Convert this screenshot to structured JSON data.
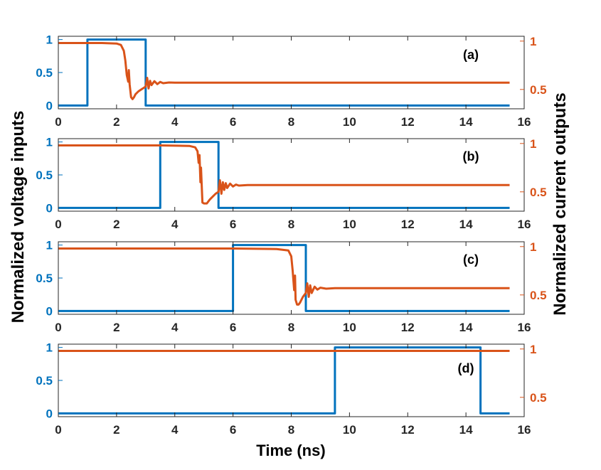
{
  "figure": {
    "ylabel_left": "Normalized voltage inputs",
    "ylabel_right": "Normalized current outputs",
    "xlabel": "Time (ns)",
    "left_color": "#0072BD",
    "right_color": "#D95319",
    "axis_color": "#262626"
  },
  "chart_data": [
    {
      "type": "line",
      "panel_label": "(a)",
      "xlim": [
        0,
        16
      ],
      "x_ticks": [
        "0",
        "2",
        "4",
        "6",
        "8",
        "10",
        "12",
        "14",
        "16"
      ],
      "y_left_lim": [
        -0.05,
        1.05
      ],
      "y_left_ticks": [
        "0",
        "0.5",
        "1"
      ],
      "y_right_lim": [
        0.3,
        1.05
      ],
      "y_right_ticks": [
        "0.5",
        "1"
      ],
      "series": [
        {
          "axis": "left",
          "x": [
            0,
            1,
            1,
            3,
            3,
            15.5
          ],
          "y": [
            0,
            0,
            1,
            1,
            0,
            0
          ]
        },
        {
          "axis": "right",
          "x": [
            0,
            1.0,
            1.5,
            2.0,
            2.15,
            2.25,
            2.3,
            2.35,
            2.4,
            2.42,
            2.45,
            2.5,
            2.55,
            2.6,
            2.65,
            2.75,
            2.85,
            2.95,
            3.0,
            3.05,
            3.1,
            3.15,
            3.2,
            3.3,
            3.4,
            3.5,
            3.6,
            3.8,
            4.0,
            15.5
          ],
          "y": [
            0.98,
            0.98,
            0.98,
            0.975,
            0.96,
            0.9,
            0.8,
            0.65,
            0.58,
            0.7,
            0.55,
            0.42,
            0.4,
            0.42,
            0.45,
            0.48,
            0.5,
            0.52,
            0.53,
            0.62,
            0.51,
            0.59,
            0.545,
            0.585,
            0.555,
            0.578,
            0.565,
            0.572,
            0.57,
            0.57
          ]
        }
      ]
    },
    {
      "type": "line",
      "panel_label": "(b)",
      "xlim": [
        0,
        16
      ],
      "x_ticks": [
        "0",
        "2",
        "4",
        "6",
        "8",
        "10",
        "12",
        "14",
        "16"
      ],
      "y_left_lim": [
        -0.05,
        1.05
      ],
      "y_left_ticks": [
        "0",
        "0.5",
        "1"
      ],
      "y_right_lim": [
        0.3,
        1.05
      ],
      "y_right_ticks": [
        "0.5",
        "1"
      ],
      "series": [
        {
          "axis": "left",
          "x": [
            0,
            3.5,
            3.5,
            5.5,
            5.5,
            15.5
          ],
          "y": [
            0,
            0,
            1,
            1,
            0,
            0
          ]
        },
        {
          "axis": "right",
          "x": [
            0,
            3.5,
            4.5,
            4.7,
            4.78,
            4.82,
            4.85,
            4.88,
            4.9,
            4.95,
            5.0,
            5.1,
            5.2,
            5.3,
            5.4,
            5.5,
            5.55,
            5.6,
            5.65,
            5.7,
            5.75,
            5.8,
            5.9,
            6.0,
            6.1,
            6.2,
            6.5,
            15.5
          ],
          "y": [
            0.98,
            0.98,
            0.975,
            0.96,
            0.92,
            0.8,
            0.88,
            0.6,
            0.75,
            0.39,
            0.38,
            0.38,
            0.42,
            0.45,
            0.48,
            0.5,
            0.62,
            0.48,
            0.6,
            0.52,
            0.59,
            0.54,
            0.585,
            0.555,
            0.575,
            0.565,
            0.57,
            0.57
          ]
        }
      ]
    },
    {
      "type": "line",
      "panel_label": "(c)",
      "xlim": [
        0,
        16
      ],
      "x_ticks": [
        "0",
        "2",
        "4",
        "6",
        "8",
        "10",
        "12",
        "14",
        "16"
      ],
      "y_left_lim": [
        -0.05,
        1.05
      ],
      "y_left_ticks": [
        "0",
        "0.5",
        "1"
      ],
      "y_right_lim": [
        0.3,
        1.05
      ],
      "y_right_ticks": [
        "0.5",
        "1"
      ],
      "series": [
        {
          "axis": "left",
          "x": [
            0,
            6,
            6,
            8.5,
            8.5,
            15.5
          ],
          "y": [
            0,
            0,
            1,
            1,
            0,
            0
          ]
        },
        {
          "axis": "right",
          "x": [
            0,
            6.0,
            7.5,
            7.9,
            8.0,
            8.05,
            8.1,
            8.13,
            8.15,
            8.2,
            8.25,
            8.3,
            8.35,
            8.4,
            8.45,
            8.5,
            8.55,
            8.6,
            8.65,
            8.7,
            8.8,
            8.9,
            9.0,
            9.2,
            9.5,
            15.5
          ],
          "y": [
            0.98,
            0.98,
            0.975,
            0.96,
            0.9,
            0.75,
            0.55,
            0.7,
            0.45,
            0.4,
            0.4,
            0.42,
            0.45,
            0.48,
            0.5,
            0.52,
            0.62,
            0.48,
            0.6,
            0.52,
            0.585,
            0.555,
            0.575,
            0.565,
            0.57,
            0.57
          ]
        }
      ]
    },
    {
      "type": "line",
      "panel_label": "(d)",
      "xlim": [
        0,
        16
      ],
      "x_ticks": [
        "0",
        "2",
        "4",
        "6",
        "8",
        "10",
        "12",
        "14",
        "16"
      ],
      "y_left_lim": [
        -0.05,
        1.05
      ],
      "y_left_ticks": [
        "0",
        "0.5",
        "1"
      ],
      "y_right_lim": [
        0.3,
        1.05
      ],
      "y_right_ticks": [
        "0.5",
        "1"
      ],
      "series": [
        {
          "axis": "left",
          "x": [
            0,
            9.5,
            9.5,
            14.5,
            14.5,
            15.5
          ],
          "y": [
            0,
            0,
            1,
            1,
            0,
            0
          ]
        },
        {
          "axis": "right",
          "x": [
            0,
            15.5
          ],
          "y": [
            0.98,
            0.98
          ]
        }
      ]
    }
  ]
}
